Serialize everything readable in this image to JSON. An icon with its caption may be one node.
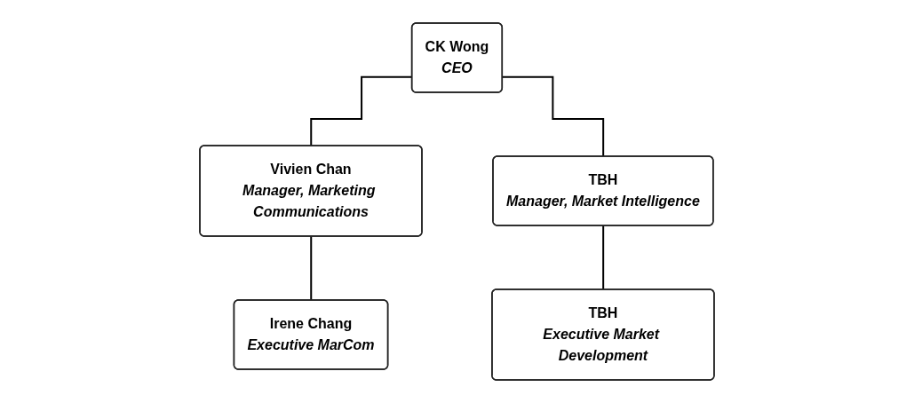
{
  "diagram": {
    "nodes": [
      {
        "text": [
          "CK Wong",
          "CEO"
        ]
      },
      {
        "text": [
          "Vivien Chan",
          "Manager, Marketing Communications"
        ]
      },
      {
        "text": [
          "TBH",
          "Manager, Market Intelligence"
        ]
      },
      {
        "text": [
          "Irene Chang",
          "Executive MarCom"
        ]
      },
      {
        "text": [
          "TBH",
          "Executive Market Development"
        ]
      }
    ],
    "edges": [
      {
        "from": 0,
        "to": 1,
        "arrow": "none"
      },
      {
        "from": 0,
        "to": 2,
        "arrow": "none"
      },
      {
        "from": 1,
        "to": 3,
        "arrow": "none"
      },
      {
        "from": 2,
        "to": 4,
        "arrow": "none"
      }
    ]
  }
}
